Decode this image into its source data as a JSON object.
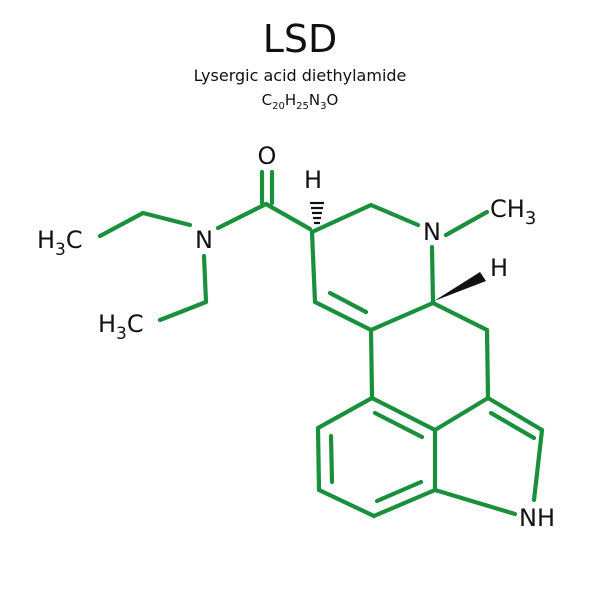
{
  "header": {
    "title": "LSD",
    "subtitle": "Lysergic acid diethylamide",
    "formula": {
      "parts": [
        {
          "t": "C",
          "sub": "20"
        },
        {
          "t": "H",
          "sub": "25"
        },
        {
          "t": "N",
          "sub": "3"
        },
        {
          "t": "O",
          "sub": ""
        }
      ]
    }
  },
  "atoms": {
    "oxygen": "O",
    "hydrogen_top": "H",
    "hydrogen_right": "H",
    "nitrogen_amide": "N",
    "nitrogen_ring": "N",
    "methyl": {
      "main": "CH",
      "sub": "3"
    },
    "ethyl_upper": {
      "h": "H",
      "sub": "3",
      "c": "C"
    },
    "ethyl_lower": {
      "h": "H",
      "sub": "3",
      "c": "C"
    },
    "nh": "NH"
  },
  "colors": {
    "bond": "#1a8f3c",
    "text": "#111111"
  }
}
